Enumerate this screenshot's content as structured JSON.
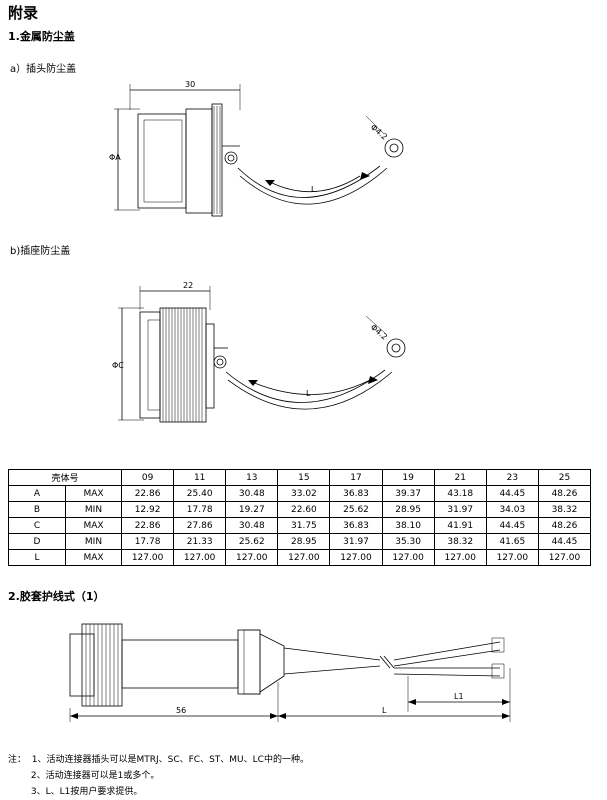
{
  "title": "附录",
  "section1": {
    "heading": "1.金属防尘盖",
    "sub_a": {
      "label": "a）插头防尘盖",
      "dim_top": "30",
      "dim_side": "ΦA",
      "dim_ring": "Φ4.2",
      "dim_len": "L"
    },
    "sub_b": {
      "label": "b)插座防尘盖",
      "dim_top": "22",
      "dim_side": "ΦC",
      "dim_ring": "Φ4.2",
      "dim_len": "L"
    }
  },
  "table": {
    "header_label": "壳体号",
    "sizes": [
      "09",
      "11",
      "13",
      "15",
      "17",
      "19",
      "21",
      "23",
      "25"
    ],
    "rows": [
      {
        "dim": "A",
        "type": "MAX",
        "values": [
          "22.86",
          "25.40",
          "30.48",
          "33.02",
          "36.83",
          "39.37",
          "43.18",
          "44.45",
          "48.26"
        ]
      },
      {
        "dim": "B",
        "type": "MIN",
        "values": [
          "12.92",
          "17.78",
          "19.27",
          "22.60",
          "25.62",
          "28.95",
          "31.97",
          "34.03",
          "38.32"
        ]
      },
      {
        "dim": "C",
        "type": "MAX",
        "values": [
          "22.86",
          "27.86",
          "30.48",
          "31.75",
          "36.83",
          "38.10",
          "41.91",
          "44.45",
          "48.26"
        ]
      },
      {
        "dim": "D",
        "type": "MIN",
        "values": [
          "17.78",
          "21.33",
          "25.62",
          "28.95",
          "31.97",
          "35.30",
          "38.32",
          "41.65",
          "44.45"
        ]
      },
      {
        "dim": "L",
        "type": "MAX",
        "values": [
          "127.00",
          "127.00",
          "127.00",
          "127.00",
          "127.00",
          "127.00",
          "127.00",
          "127.00",
          "127.00"
        ]
      }
    ]
  },
  "section2": {
    "heading": "2.胶套护线式（1）",
    "dim_56": "56",
    "dim_L": "L",
    "dim_L1": "L1"
  },
  "notes": {
    "line1": "注：  1、活动连接器插头可以是MTRJ、SC、FC、ST、MU、LC中的一种。",
    "line2": "        2、活动连接器可以是1或多个。",
    "line3": "        3、L、L1按用户要求提供。"
  }
}
